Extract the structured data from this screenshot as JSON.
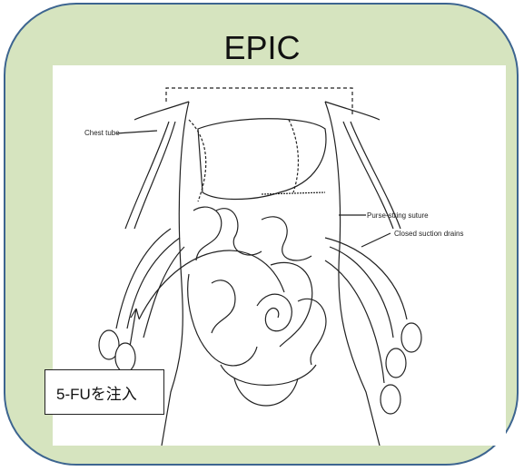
{
  "slide": {
    "title": "EPIC"
  },
  "diagram": {
    "labels": {
      "chest_tube": "Chest tube",
      "purse_string": "Purse-string suture",
      "closed_drains": "Closed suction drains"
    },
    "callout": "5-FUを注入"
  },
  "colors": {
    "card_fill": "#d6e4bf",
    "card_border": "#3d6590"
  }
}
